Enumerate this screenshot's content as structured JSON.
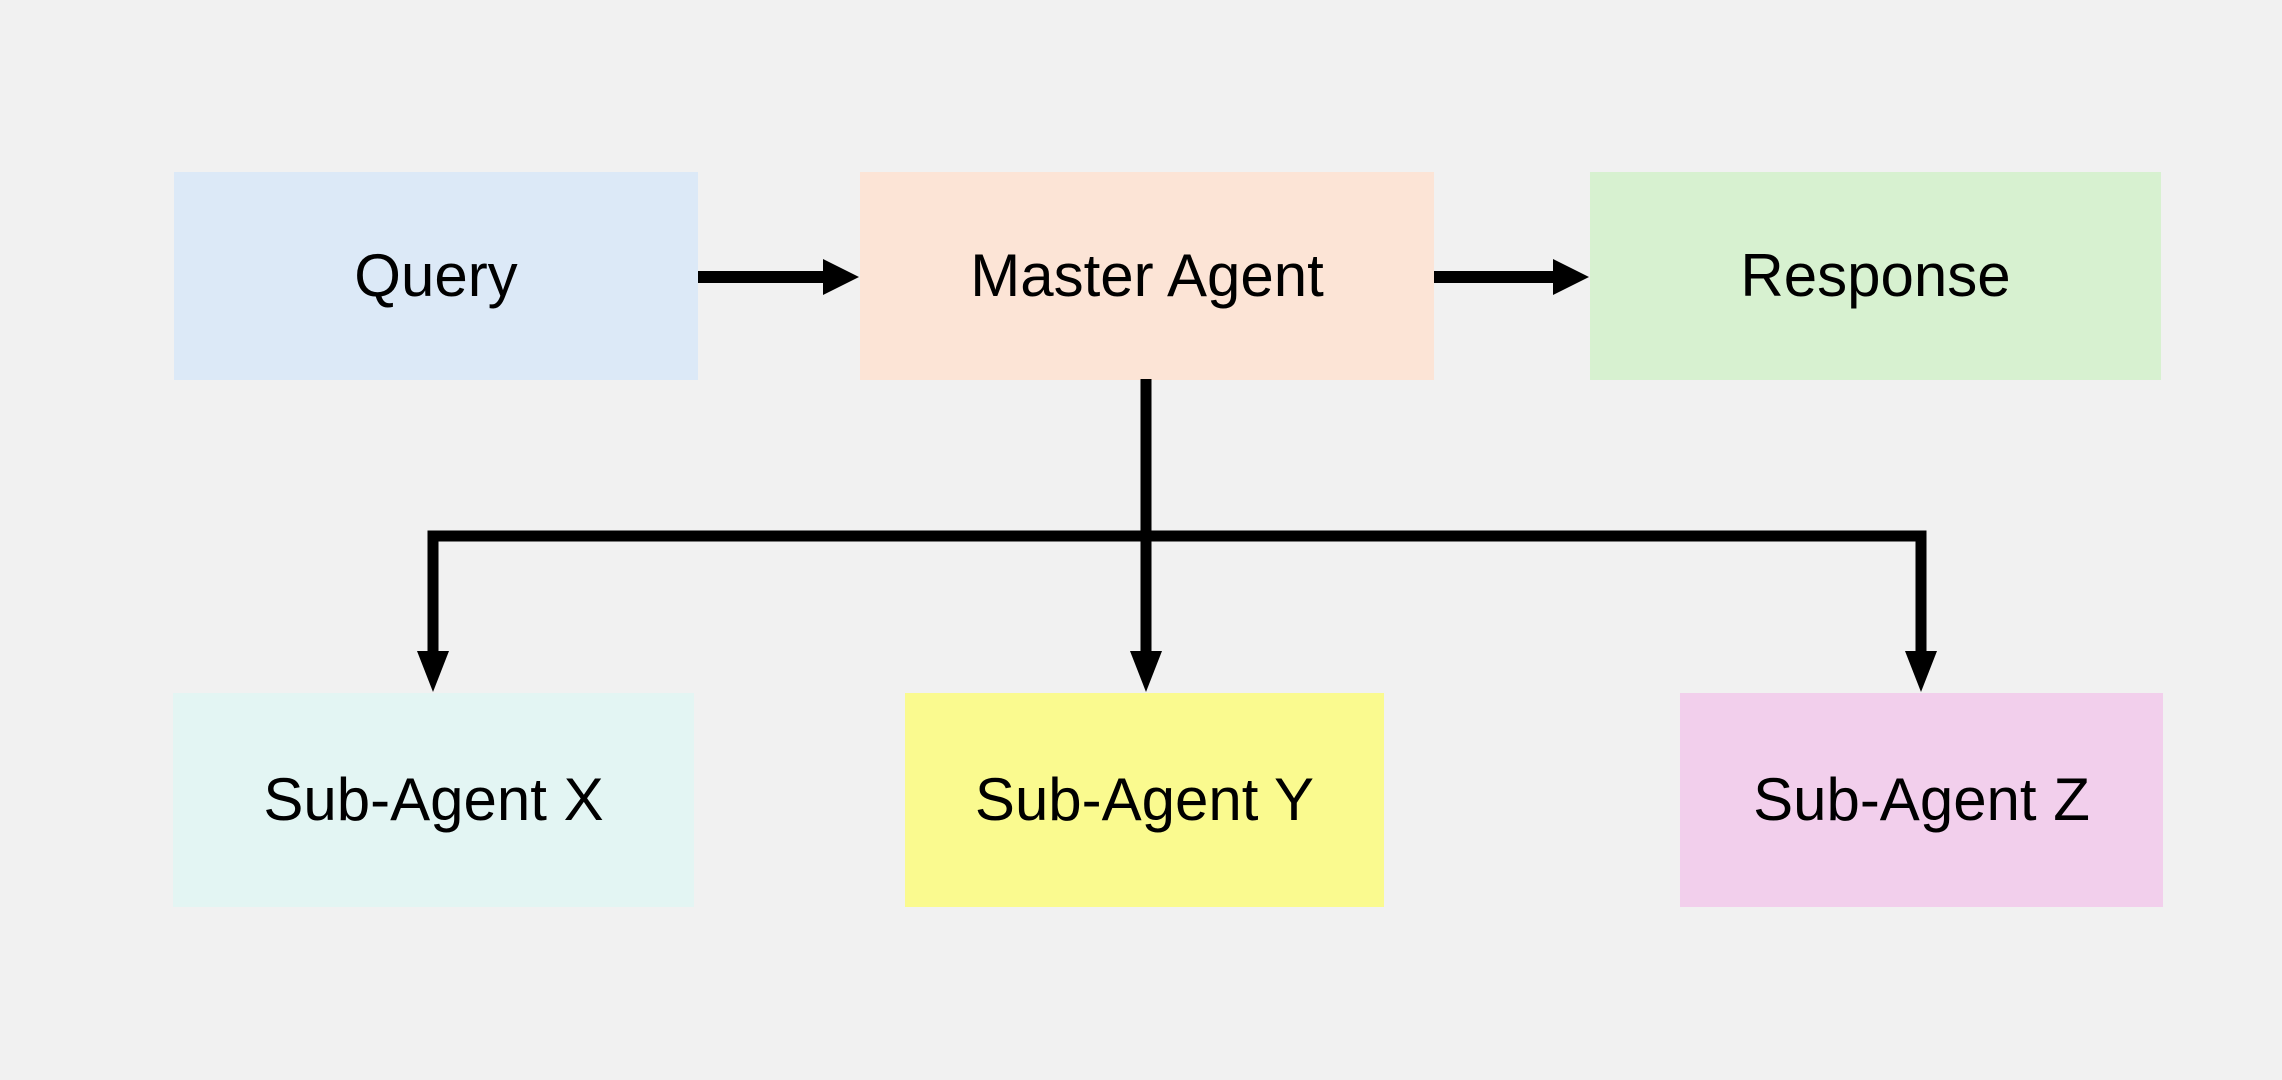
{
  "diagram": {
    "background": "#F1F1F1",
    "arrow_color": "#000000",
    "text_color": "#000000",
    "nodes": [
      {
        "id": "query",
        "label": "Query",
        "fill": "#DCE9F7"
      },
      {
        "id": "master-agent",
        "label": "Master Agent",
        "fill": "#FCE4D6"
      },
      {
        "id": "response",
        "label": "Response",
        "fill": "#D7F1D0"
      },
      {
        "id": "sub-agent-x",
        "label": "Sub-Agent X",
        "fill": "#E3F5F3"
      },
      {
        "id": "sub-agent-y",
        "label": "Sub-Agent Y",
        "fill": "#FAFA8F"
      },
      {
        "id": "sub-agent-z",
        "label": "Sub-Agent Z",
        "fill": "#F2CFEC"
      }
    ],
    "edges": [
      {
        "from": "query",
        "to": "master-agent"
      },
      {
        "from": "master-agent",
        "to": "response"
      },
      {
        "from": "master-agent",
        "to": "sub-agent-x"
      },
      {
        "from": "master-agent",
        "to": "sub-agent-y"
      },
      {
        "from": "master-agent",
        "to": "sub-agent-z"
      }
    ]
  }
}
